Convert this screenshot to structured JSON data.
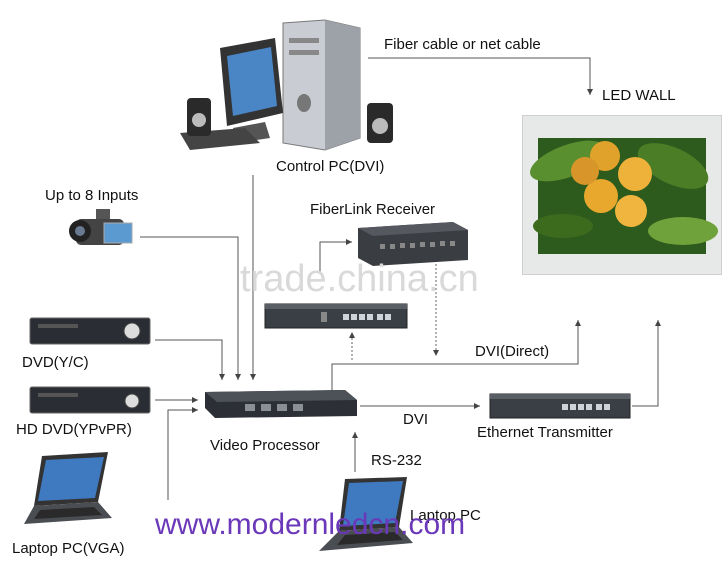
{
  "labels": {
    "fiber_cable": "Fiber cable or net cable",
    "led_wall": "LED WALL",
    "control_pc": "Control PC(DVI)",
    "up_to_8_inputs": "Up to 8 Inputs",
    "fiberlink_receiver": "FiberLink Receiver",
    "dvd_yc": "DVD(Y/C)",
    "dvi_direct": "DVI(Direct)",
    "hd_dvd": "HD DVD(YPvPR)",
    "video_processor": "Video Processor",
    "dvi": "DVI",
    "ethernet_transmitter": "Ethernet Transmitter",
    "rs232": "RS-232",
    "laptop_pc": "Laptop PC",
    "laptop_pc_vga": "Laptop PC(VGA)"
  },
  "watermark": {
    "trade": "trade.china.cn",
    "url": "www.modernledcn.com"
  },
  "colors": {
    "url_text": "#6a38b8",
    "watermark_text": "#d9d9d9",
    "device_dark": "#2e3238",
    "line": "#444444"
  }
}
